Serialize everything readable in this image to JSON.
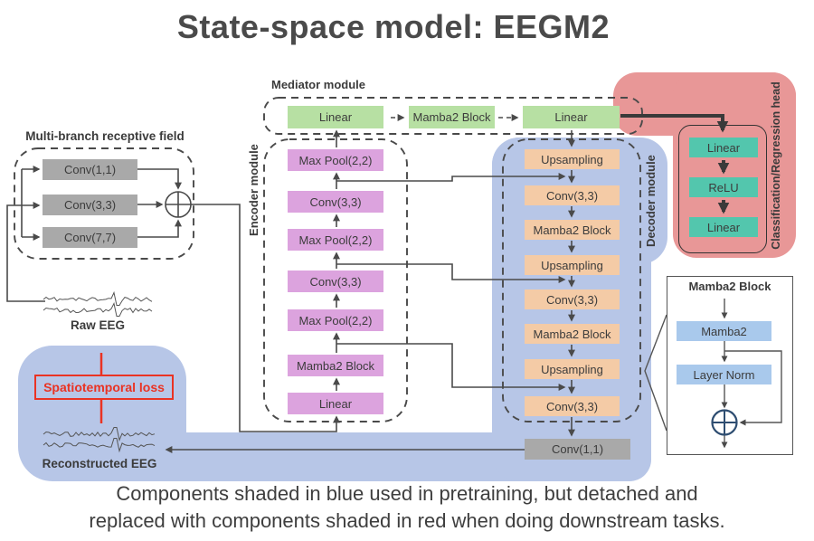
{
  "title": "State-space model: EEGM2",
  "caption": {
    "line1": "Components shaded in blue used in pretraining, but detached and",
    "line2": "replaced with components shaded in red when doing downstream tasks."
  },
  "multibranch": {
    "label": "Multi-branch receptive field",
    "boxes": [
      "Conv(1,1)",
      "Conv(3,3)",
      "Conv(7,7)"
    ]
  },
  "raw_eeg": {
    "label": "Raw EEG"
  },
  "mediator": {
    "label": "Mediator module",
    "boxes": [
      "Linear",
      "Mamba2 Block",
      "Linear"
    ]
  },
  "encoder": {
    "label": "Encoder module",
    "boxes": [
      "Max Pool(2,2)",
      "Conv(3,3)",
      "Max Pool(2,2)",
      "Conv(3,3)",
      "Max Pool(2,2)",
      "Mamba2 Block",
      "Linear"
    ]
  },
  "decoder": {
    "label": "Decoder module",
    "boxes": [
      "Upsampling",
      "Conv(3,3)",
      "Mamba2 Block",
      "Upsampling",
      "Conv(3,3)",
      "Mamba2 Block",
      "Upsampling",
      "Conv(3,3)"
    ],
    "output_box": "Conv(1,1)"
  },
  "head": {
    "label": "Classification/Regression head",
    "boxes": [
      "Linear",
      "ReLU",
      "Linear"
    ]
  },
  "mamba2_detail": {
    "title": "Mamba2 Block",
    "boxes": [
      "Mamba2",
      "Layer Norm"
    ]
  },
  "loss": {
    "label": "Spatiotemporal loss"
  },
  "reconstructed_eeg": {
    "label": "Reconstructed EEG"
  },
  "colors": {
    "green": "#b7e0a3",
    "purple": "#dca3de",
    "peach": "#f4cba6",
    "teal": "#53c6ad",
    "redbg": "#e89797",
    "bluebg": "#b7c6e7",
    "lightblue": "#a9c9ec",
    "gray": "#a9a9a9",
    "loss": "#ea3323",
    "line": "#4a4a4a",
    "text": "#3b3b3b"
  }
}
